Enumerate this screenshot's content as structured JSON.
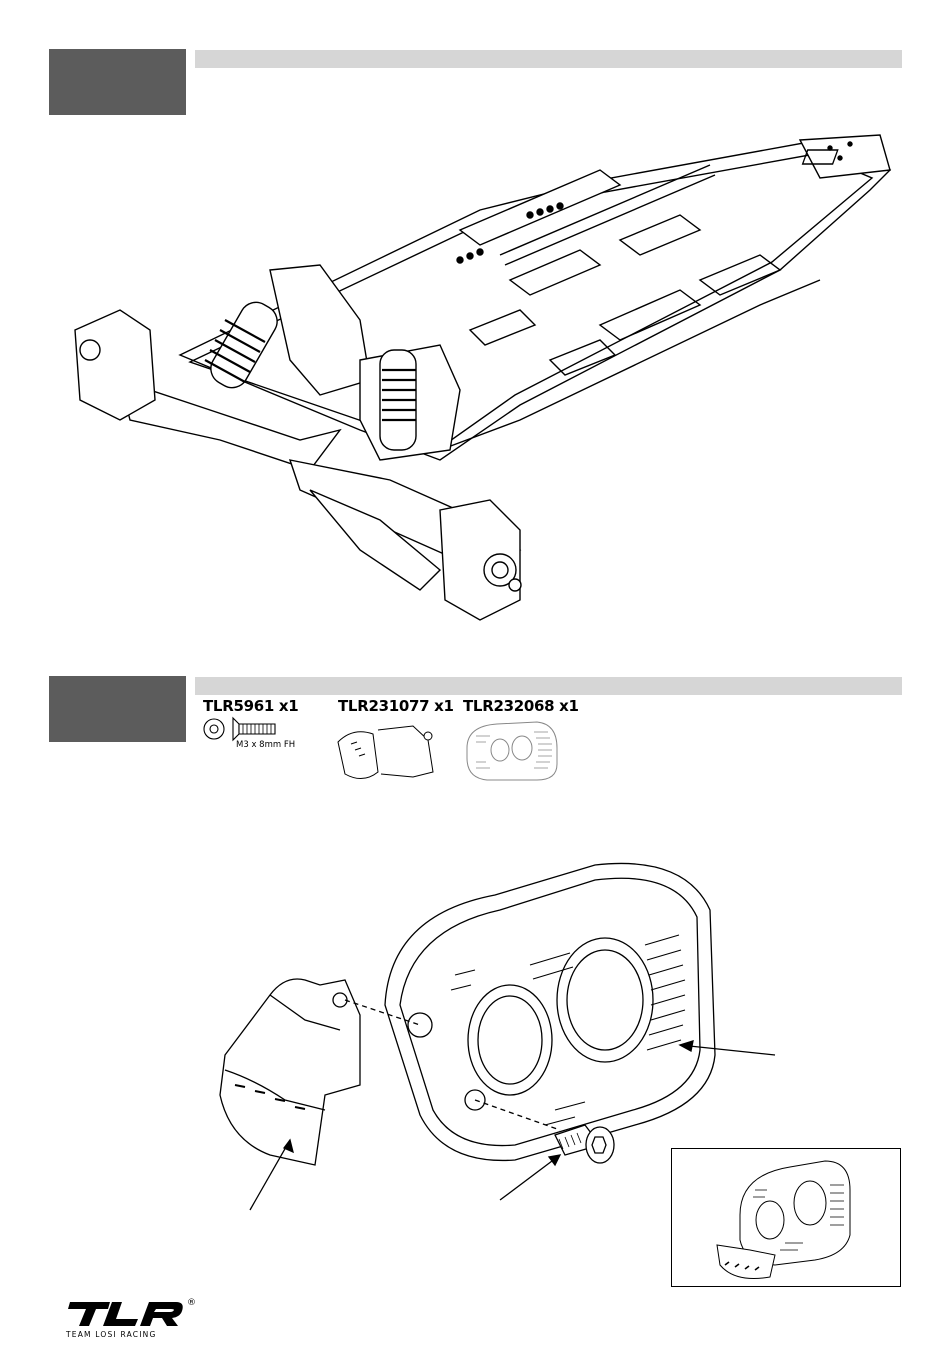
{
  "step1": {
    "icon": "chassis-assembly-illustration"
  },
  "step2": {
    "parts": [
      {
        "code": "TLR5961 x1",
        "detail": "M3 x 8mm FH",
        "icon": "flat-head-screw-icon"
      },
      {
        "code": "TLR231077 x1",
        "icon": "motor-guard-icon"
      },
      {
        "code": "TLR232068 x1",
        "icon": "motor-plate-icon"
      }
    ],
    "main_icon": "motor-plate-guard-assembly-illustration",
    "inset_icon": "assembled-motor-plate-icon"
  },
  "logo": {
    "text": "TEAM LOSI RACING",
    "mark": "TLR",
    "registered": "®"
  },
  "colors": {
    "step_box": "#5c5c5c",
    "step_bar": "#d6d6d6"
  }
}
